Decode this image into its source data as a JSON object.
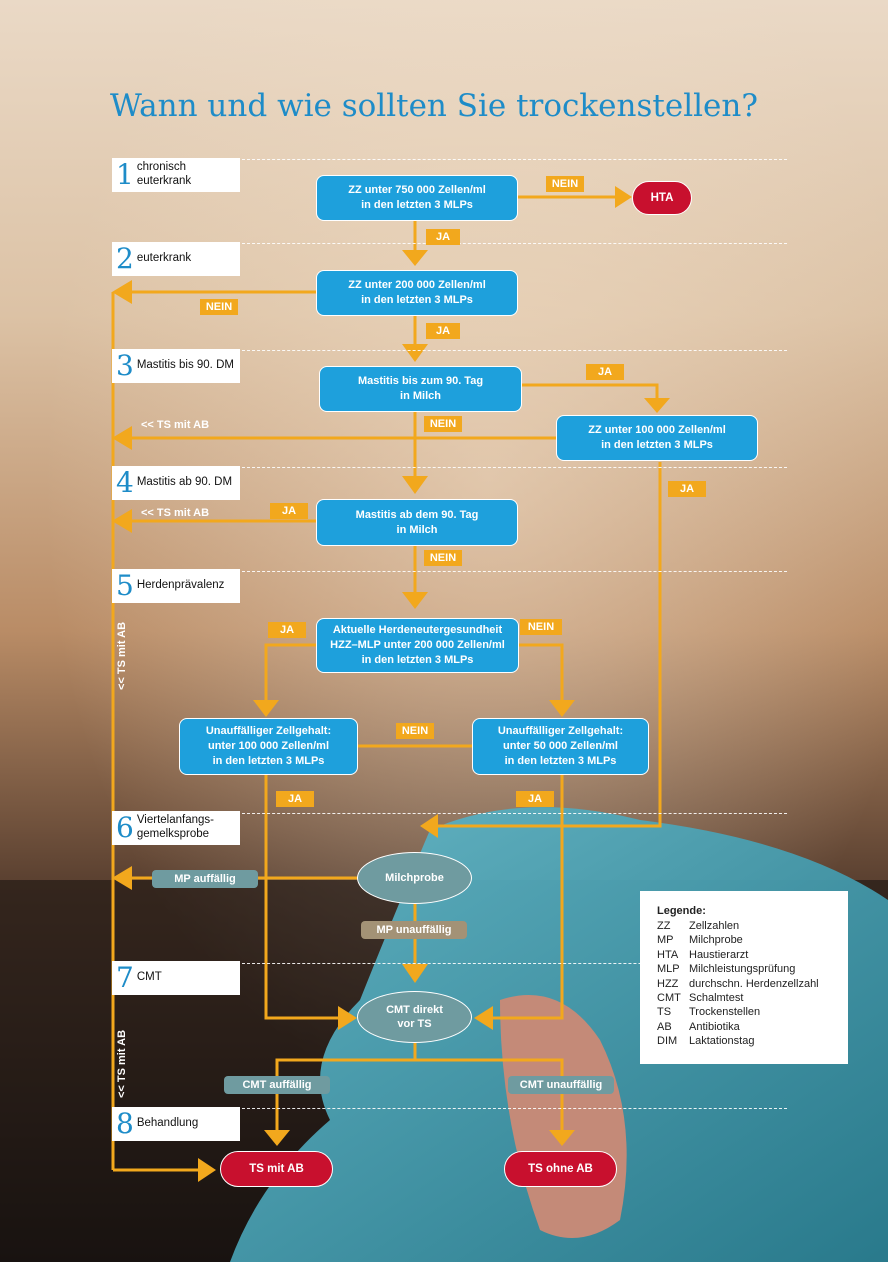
{
  "title": "Wann und wie sollten Sie trockenstellen?",
  "colors": {
    "accent_blue": "#1ea0dc",
    "arrow_orange": "#f2a81d",
    "alert_red": "#c8102e",
    "grey_teal": "#6f9ba0",
    "beige": "#a39276",
    "title_blue": "#1e8cc8"
  },
  "steps": [
    {
      "num": "1",
      "lines": [
        "chronisch",
        "euterkrank"
      ]
    },
    {
      "num": "2",
      "lines": [
        "euterkrank"
      ]
    },
    {
      "num": "3",
      "lines": [
        "Mastitis bis 90. DM"
      ]
    },
    {
      "num": "4",
      "lines": [
        "Mastitis ab 90. DM"
      ]
    },
    {
      "num": "5",
      "lines": [
        "Herdenprävalenz"
      ]
    },
    {
      "num": "6",
      "lines": [
        "Viertelanfangs-",
        "gemelksprobe"
      ]
    },
    {
      "num": "7",
      "lines": [
        "CMT"
      ]
    },
    {
      "num": "8",
      "lines": [
        "Behandlung"
      ]
    }
  ],
  "boxes": {
    "zz750": [
      "ZZ unter 750 000 Zellen/ml",
      "in den letzten 3 MLPs"
    ],
    "zz200": [
      "ZZ unter 200 000 Zellen/ml",
      "in den letzten 3 MLPs"
    ],
    "mast_bis": [
      "Mastitis bis zum 90. Tag",
      "in Milch"
    ],
    "zz100": [
      "ZZ unter 100 000 Zellen/ml",
      "in den letzten 3 MLPs"
    ],
    "mast_ab": [
      "Mastitis ab dem 90. Tag",
      "in Milch"
    ],
    "herd": [
      "Aktuelle Herdeneutergesundheit",
      "HZZ–MLP unter 200 000 Zellen/ml",
      "in den letzten 3 MLPs"
    ],
    "unauf100": [
      "Unauffälliger Zellgehalt:",
      "unter 100 000 Zellen/ml",
      "in den letzten 3 MLPs"
    ],
    "unauf50": [
      "Unauffälliger Zellgehalt:",
      "unter 50 000 Zellen/ml",
      "in den letzten 3 MLPs"
    ]
  },
  "ovals": {
    "milchprobe": [
      "Milchprobe"
    ],
    "cmt": [
      "CMT direkt",
      "vor TS"
    ]
  },
  "terminals": {
    "hta": "HTA",
    "ts_mit_ab": "TS mit AB",
    "ts_ohne_ab": "TS ohne AB"
  },
  "labels": {
    "ja": "JA",
    "nein": "NEIN",
    "ts_mit_ab_back": "<< TS mit AB",
    "vertical_ts": "<< TS mit AB"
  },
  "tags": {
    "mp_auffaellig": "MP auffällig",
    "mp_unauffaellig": "MP unauffällig",
    "cmt_auffaellig": "CMT auffällig",
    "cmt_unauffaellig": "CMT unauffällig"
  },
  "legend": {
    "title": "Legende:",
    "items": [
      {
        "abbr": "ZZ",
        "text": "Zellzahlen"
      },
      {
        "abbr": "MP",
        "text": "Milchprobe"
      },
      {
        "abbr": "HTA",
        "text": "Haustierarzt"
      },
      {
        "abbr": "MLP",
        "text": "Milchleistungsprüfung"
      },
      {
        "abbr": "HZZ",
        "text": "durchschn. Herdenzellzahl"
      },
      {
        "abbr": "CMT",
        "text": "Schalmtest"
      },
      {
        "abbr": "TS",
        "text": "Trockenstellen"
      },
      {
        "abbr": "AB",
        "text": "Antibiotika"
      },
      {
        "abbr": "DIM",
        "text": "Laktationstag"
      }
    ]
  }
}
